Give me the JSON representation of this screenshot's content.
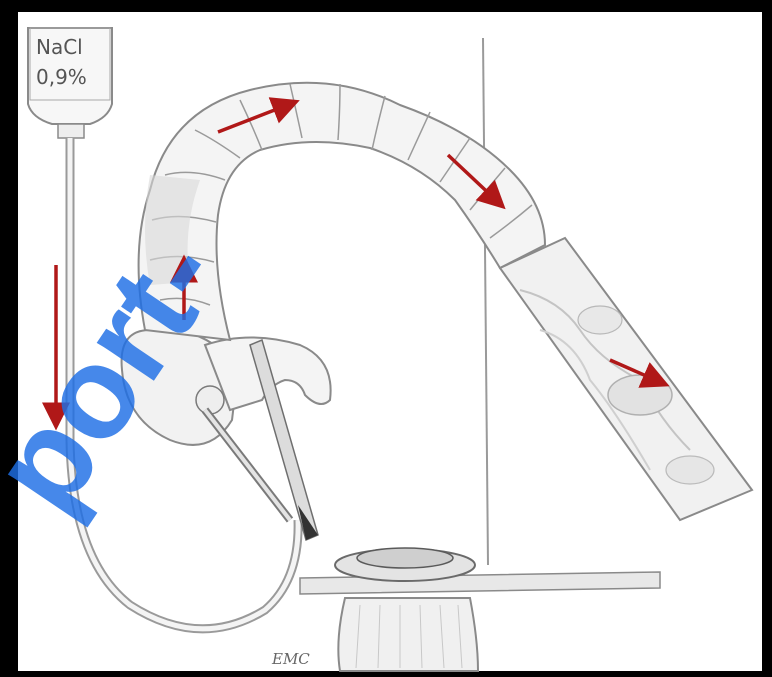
{
  "iv_bag": {
    "line1": "NaCl",
    "line2": "0,9%"
  },
  "artist_mark": "EMC",
  "watermark": {
    "text": "port-",
    "color": "#1e6fe6"
  },
  "colors": {
    "frame": "#000000",
    "arrow": "#b01818",
    "outline": "#8a8a8a",
    "tissue_fill": "#f4f4f4",
    "shade": "#d6d6d6"
  },
  "icons": [
    "flow-arrow-icon",
    "infusion-bag-icon",
    "clamp-icon"
  ]
}
